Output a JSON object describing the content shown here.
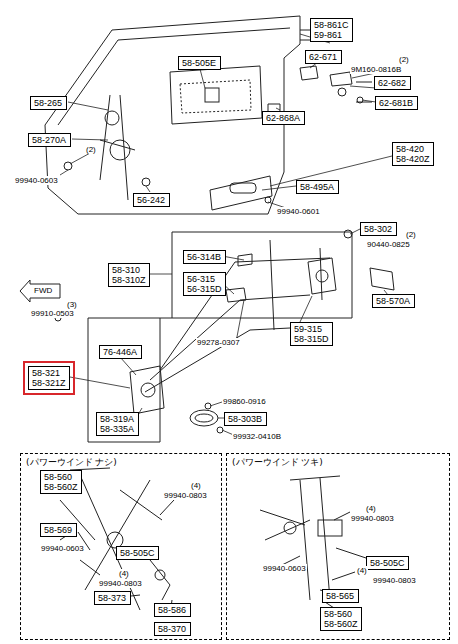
{
  "diagram": {
    "nodes": [
      {
        "text": [
          "58-265"
        ]
      },
      {
        "text": [
          "58-270A"
        ]
      },
      {
        "text": [
          "56-242"
        ]
      },
      {
        "text": [
          "58-505E"
        ]
      },
      {
        "text": [
          "58-861C",
          "59-861"
        ]
      },
      {
        "text": [
          "62-671"
        ]
      },
      {
        "text": [
          "62-682"
        ]
      },
      {
        "text": [
          "62-681B"
        ]
      },
      {
        "text": [
          "62-868A"
        ]
      },
      {
        "text": [
          "58-420",
          "58-420Z"
        ]
      },
      {
        "text": [
          "58-495A"
        ]
      },
      {
        "text": [
          "58-302"
        ]
      },
      {
        "text": [
          "56-314B"
        ]
      },
      {
        "text": [
          "58-310",
          "58-310Z"
        ]
      },
      {
        "text": [
          "56-315",
          "56-315D"
        ]
      },
      {
        "text": [
          "58-570A"
        ]
      },
      {
        "text": [
          "59-315",
          "58-315D"
        ]
      },
      {
        "text": [
          "76-446A"
        ]
      },
      {
        "text": [
          "58-321",
          "58-321Z"
        ]
      },
      {
        "text": [
          "58-319A",
          "58-335A"
        ]
      },
      {
        "text": [
          "58-303B"
        ]
      },
      {
        "text": [
          "(パワーウインド ナシ)"
        ]
      },
      {
        "text": [
          "(パワーウインド ツキ)"
        ]
      },
      {
        "text": [
          "58-560",
          "58-560Z"
        ],
        "in": 21
      },
      {
        "text": [
          "58-569"
        ],
        "in": 21
      },
      {
        "text": [
          "58-505C"
        ],
        "in": 21
      },
      {
        "text": [
          "58-373"
        ],
        "in": 21
      },
      {
        "text": [
          "58-586"
        ],
        "in": 21
      },
      {
        "text": [
          "58-370"
        ],
        "in": 21
      },
      {
        "text": [
          "58-505C"
        ],
        "in": 22
      },
      {
        "text": [
          "58-565"
        ],
        "in": 22
      },
      {
        "text": [
          "58-560",
          "58-560Z"
        ],
        "in": 22
      }
    ],
    "labels": [
      "(2)",
      "99940-0603",
      "(2)",
      "9M160-0816B",
      "99940-0601",
      "(2)",
      "90440-0825",
      "FWD",
      "(3)",
      "99910-0503",
      "99278-0307",
      "99860-0916",
      "99932-0410B",
      "(4)",
      "99940-0803",
      "99940-0603",
      "(4)",
      "99940-0803",
      "(4)",
      "99940-0803",
      "99940-0603",
      "(4)",
      "99940-0803"
    ]
  }
}
